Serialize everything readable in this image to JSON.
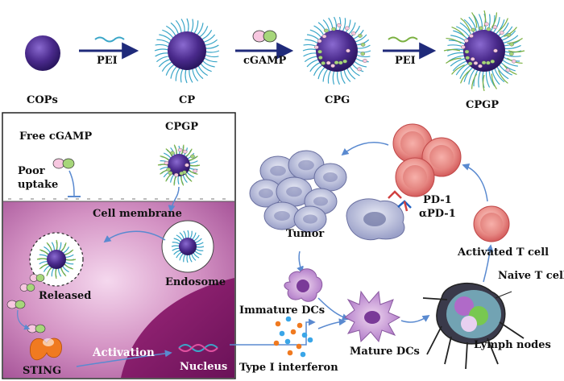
{
  "synthesis": {
    "cops": "COPs",
    "cp": "CP",
    "cpg": "CPG",
    "cpgp": "CPGP",
    "arrow_pei_1": "PEI",
    "arrow_cgamp": "cGAMP",
    "arrow_pei_2": "PEI"
  },
  "cell_panel": {
    "free_cgamp": "Free cGAMP",
    "cpgp": "CPGP",
    "poor_uptake_line1": "Poor",
    "poor_uptake_line2": "uptake",
    "cell_membrane": "Cell membrane",
    "endosome": "Endosome",
    "released": "Released",
    "sting": "STING",
    "activation": "Activation",
    "nucleus": "Nucleus"
  },
  "immune_cycle": {
    "tumor": "Tumor",
    "pd1": "PD-1",
    "apd1": "αPD-1",
    "activated_t_cell": "Activated T cell",
    "naive_t_cell": "Naive T cell",
    "lymph_nodes": "Lymph nodes",
    "immature_dcs": "Immature DCs",
    "mature_dcs": "Mature DCs",
    "type1_ifn": "Type I interferon"
  },
  "colors": {
    "core_purple": "#4a2a8c",
    "polymer_blue": "#4aa8c8",
    "arrow_navy": "#1f2a7a",
    "cell_magenta": "#b0559c",
    "rbc_red": "#e07878",
    "sting_orange": "#f07a20"
  }
}
